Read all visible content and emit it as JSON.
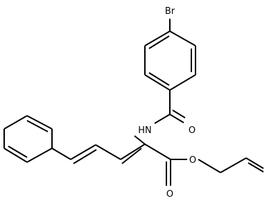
{
  "figure": {
    "type": "chemical-structure",
    "atom_labels": {
      "bromine": "Br",
      "amide_nitrogen": "HN",
      "amide_oxygen": "O",
      "ester_oxygen": "O",
      "ester_carbonyl_oxygen": "O"
    },
    "colors": {
      "line": "#000000",
      "background": "#ffffff"
    }
  }
}
